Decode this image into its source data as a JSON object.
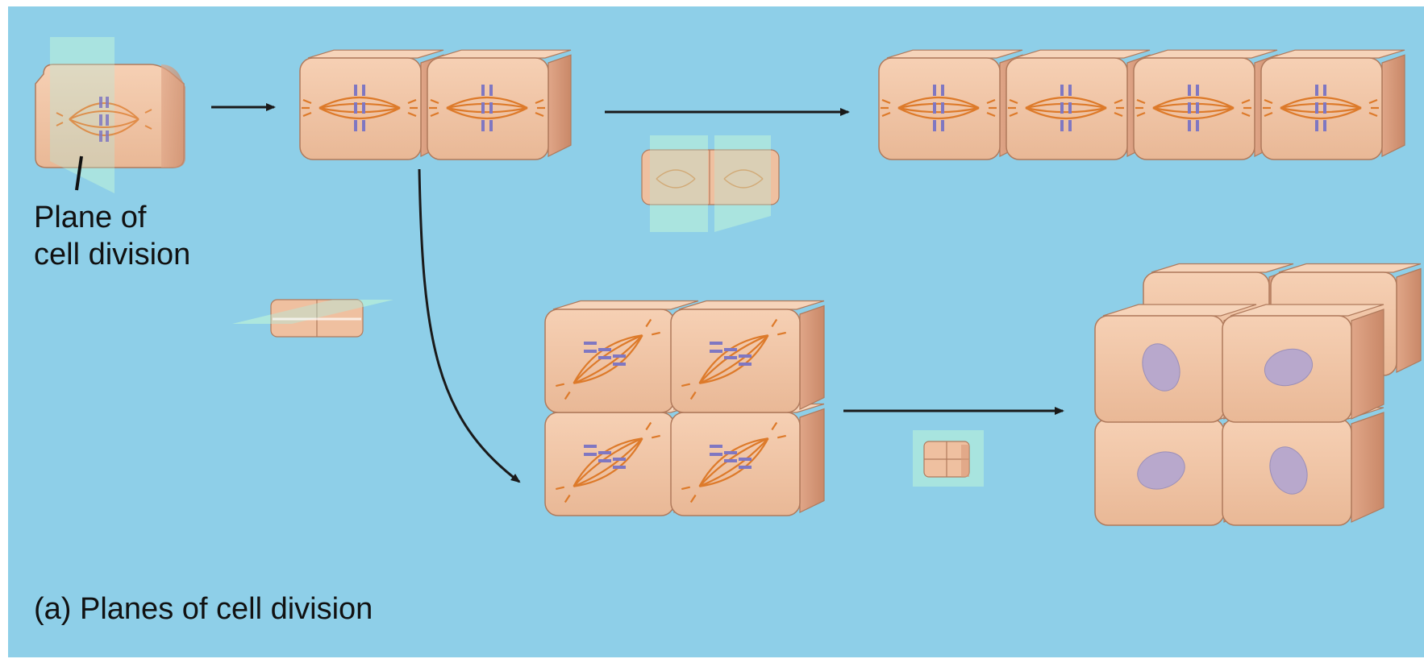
{
  "colors": {
    "background": "#8ecfe8",
    "cell_face": "#f2c4a2",
    "cell_side": "#d9997a",
    "cell_top": "#f6d2b6",
    "cell_edge": "#b07a5c",
    "spindle": "#dd7a2a",
    "chromosome": "#8d82c4",
    "nucleus": "#b8a8cc",
    "plane": "#a8e6d6",
    "arrow": "#1a1a1a"
  },
  "labels": {
    "plane_line1": "Plane of",
    "plane_line2": "cell division",
    "caption": "(a) Planes of cell division"
  },
  "icons": {
    "single_cell": "dividing-cell-icon",
    "plane": "division-plane-icon",
    "arrow": "arrow-right-icon"
  }
}
